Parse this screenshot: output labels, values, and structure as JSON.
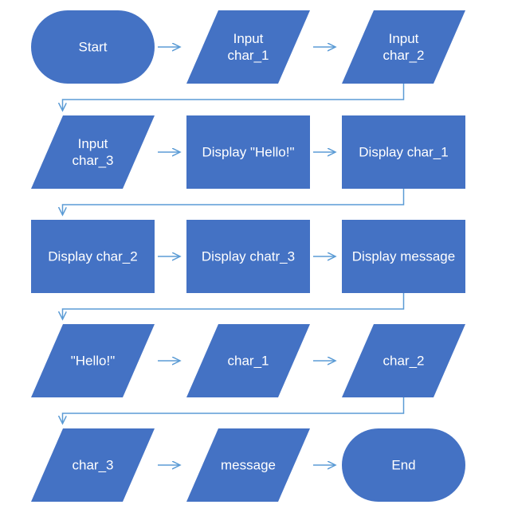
{
  "colors": {
    "shape_fill": "#4472C4",
    "connector": "#5B9BD5",
    "text": "#FFFFFF"
  },
  "flowchart": {
    "rows": [
      [
        {
          "shape": "terminator",
          "lines": [
            "Start"
          ]
        },
        {
          "shape": "parallelogram",
          "lines": [
            "Input",
            "char_1"
          ]
        },
        {
          "shape": "parallelogram",
          "lines": [
            "Input",
            "char_2"
          ]
        }
      ],
      [
        {
          "shape": "parallelogram",
          "lines": [
            "Input",
            "char_3"
          ]
        },
        {
          "shape": "process",
          "lines": [
            "Display \"Hello!\""
          ]
        },
        {
          "shape": "process",
          "lines": [
            "Display char_1"
          ]
        }
      ],
      [
        {
          "shape": "process",
          "lines": [
            "Display char_2"
          ]
        },
        {
          "shape": "process",
          "lines": [
            "Display chatr_3"
          ]
        },
        {
          "shape": "process",
          "lines": [
            "Display message"
          ]
        }
      ],
      [
        {
          "shape": "parallelogram",
          "lines": [
            "\"Hello!\""
          ]
        },
        {
          "shape": "parallelogram",
          "lines": [
            "char_1"
          ]
        },
        {
          "shape": "parallelogram",
          "lines": [
            "char_2"
          ]
        }
      ],
      [
        {
          "shape": "parallelogram",
          "lines": [
            "char_3"
          ]
        },
        {
          "shape": "parallelogram",
          "lines": [
            "message"
          ]
        },
        {
          "shape": "terminator",
          "lines": [
            "End"
          ]
        }
      ]
    ]
  }
}
